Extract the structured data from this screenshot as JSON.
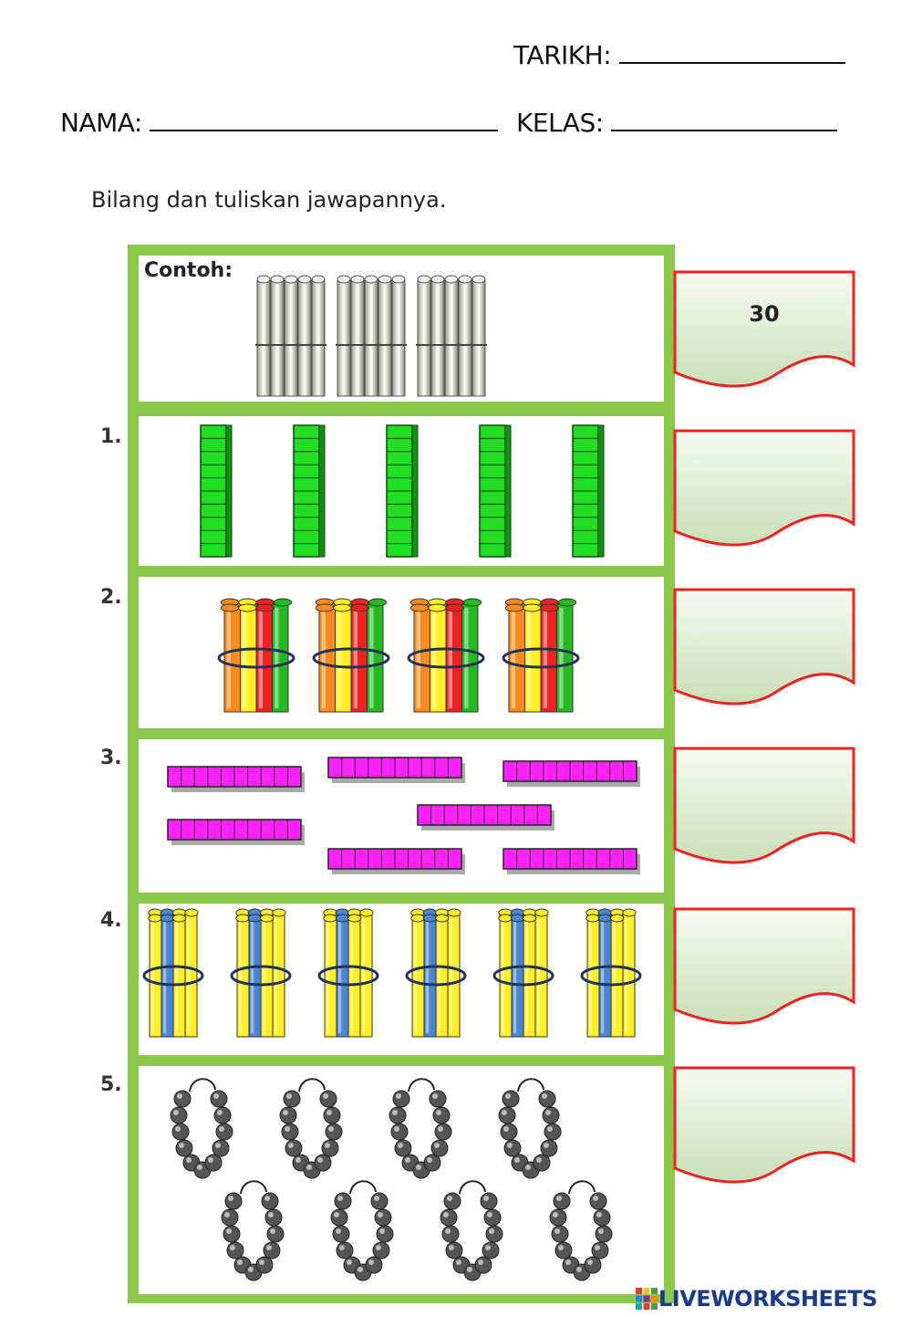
{
  "header": {
    "date_label": "TARIKH:",
    "name_label": "NAMA:",
    "class_label": "KELAS:"
  },
  "instruction": "Bilang dan tuliskan jawapannya.",
  "example": {
    "label": "Contoh:",
    "answer": "30"
  },
  "questions": [
    {
      "number": "1.",
      "item": "rods",
      "count": 5,
      "color": "#22dd22"
    },
    {
      "number": "2.",
      "item": "colored bundles",
      "count": 4
    },
    {
      "number": "3.",
      "item": "strips",
      "count": 7,
      "color": "#ff22ff"
    },
    {
      "number": "4.",
      "item": "colored bundles",
      "count": 6
    },
    {
      "number": "5.",
      "item": "bead strings",
      "count": 8,
      "color": "#555555"
    }
  ],
  "colors": {
    "frame": "#8cc84b",
    "answer_border": "#ee2222",
    "answer_fill_top": "#f4f9ee",
    "answer_fill_bottom": "#cfe2bf"
  },
  "branding": {
    "logo_text": "LIVEWORKSHEETS",
    "logo_icon": "liveworksheets-logo-icon"
  }
}
